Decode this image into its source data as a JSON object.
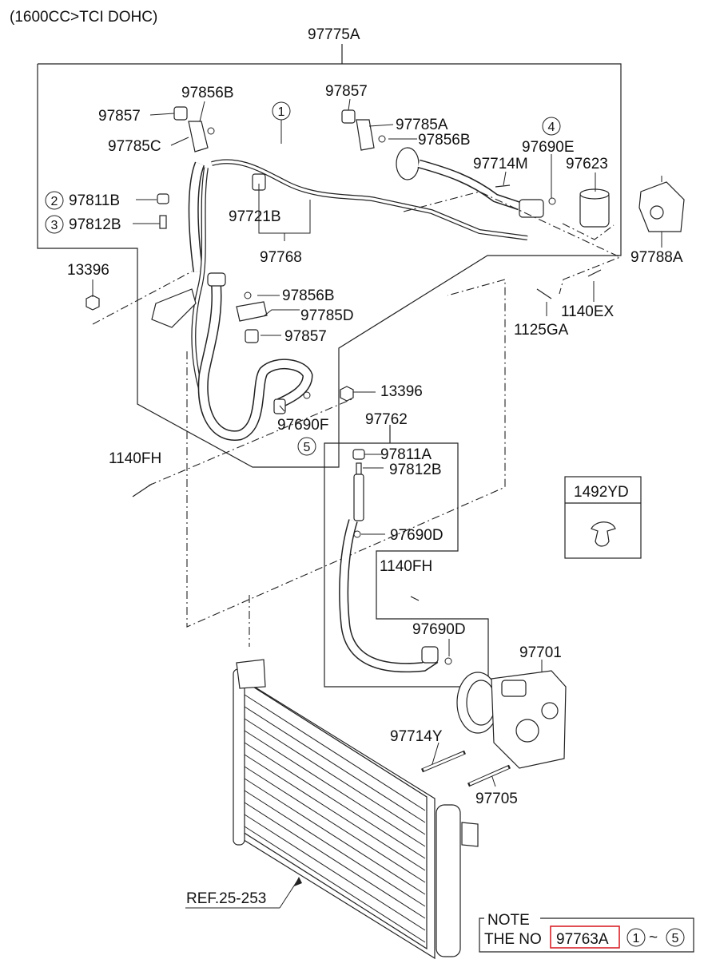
{
  "header": {
    "engine": "(1600CC>TCI DOHC)"
  },
  "assembly": {
    "main": "97775A"
  },
  "labels": {
    "p97857_a": "97857",
    "p97856B_a": "97856B",
    "p97785C": "97785C",
    "p97857_b": "97857",
    "p97785A": "97785A",
    "p97856B_b": "97856B",
    "p97690E": "97690E",
    "p97714M": "97714M",
    "p97623": "97623",
    "p97788A": "97788A",
    "p97811B": "97811B",
    "p97812B_a": "97812B",
    "p97721B": "97721B",
    "p97768": "97768",
    "p13396_a": "13396",
    "p97856B_c": "97856B",
    "p97785D": "97785D",
    "p97857_c": "97857",
    "p1140EX": "1140EX",
    "p1125GA": "1125GA",
    "p13396_b": "13396",
    "p97690F": "97690F",
    "p97762": "97762",
    "p97811A": "97811A",
    "p97812B_b": "97812B",
    "p1140FH_a": "1140FH",
    "p97690D_a": "97690D",
    "p1492YD": "1492YD",
    "p1140FH_b": "1140FH",
    "p97690D_b": "97690D",
    "p97701": "97701",
    "p97714Y": "97714Y",
    "p97705": "97705",
    "ref": "REF.25-253"
  },
  "callouts": {
    "c1": "1",
    "c2": "2",
    "c3": "3",
    "c4": "4",
    "c5": "5"
  },
  "note": {
    "title": "NOTE",
    "prefix": "THE NO",
    "highlighted": "97763A",
    "range_start": "1",
    "range_sep": "~",
    "range_end": "5"
  },
  "colors": {
    "highlight": "#d8232a",
    "line": "#222222"
  }
}
